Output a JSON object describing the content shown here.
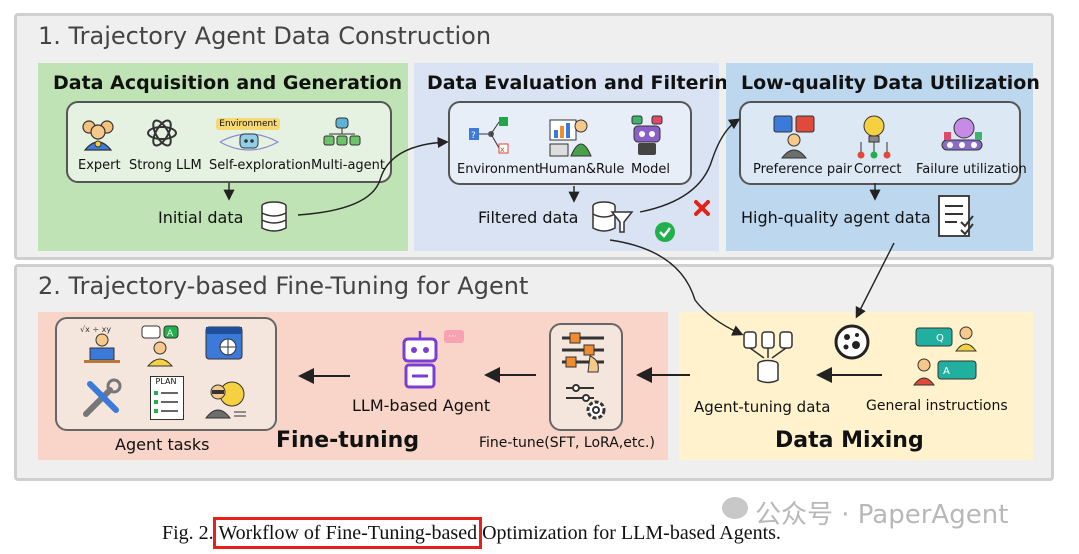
{
  "section1": {
    "title": "1. Trajectory Agent Data Construction",
    "acquisition": {
      "title": "Data Acquisition and Generation",
      "items": [
        "Expert",
        "Strong LLM",
        "Self-exploration",
        "Multi-agent"
      ],
      "environment_tag": "Environment",
      "output": "Initial data"
    },
    "evaluation": {
      "title": "Data Evaluation and Filtering",
      "items": [
        "Environment",
        "Human&Rule",
        "Model"
      ],
      "output": "Filtered data"
    },
    "utilization": {
      "title": "Low-quality Data Utilization",
      "items": [
        "Preference pair",
        "Correct",
        "Failure utilization"
      ],
      "output": "High-quality agent data"
    }
  },
  "section2": {
    "title": "2. Trajectory-based Fine-Tuning for Agent",
    "finetuning": {
      "title": "Fine-tuning",
      "agent_tasks": "Agent tasks",
      "llm_agent": "LLM-based Agent",
      "finetune_method": "Fine-tune(SFT, LoRA,etc.)",
      "plan_tag": "PLAN"
    },
    "mixing": {
      "title": "Data Mixing",
      "agent_tuning": "Agent-tuning data",
      "general": "General instructions"
    }
  },
  "caption": {
    "prefix": "Fig. 2. ",
    "highlight": "Workflow of Fine-Tuning-based",
    "suffix": " Optimization for LLM-based Agents."
  },
  "watermark": "公众号 · PaperAgent",
  "colors": {
    "green_panel": "#bfe3b4",
    "blue_panel": "#dae3f3",
    "lightblue_panel": "#bdd7ee",
    "peach_panel": "#f8d5c8",
    "yellow_panel": "#fff2cc",
    "highlight_box": "#e8201c"
  }
}
